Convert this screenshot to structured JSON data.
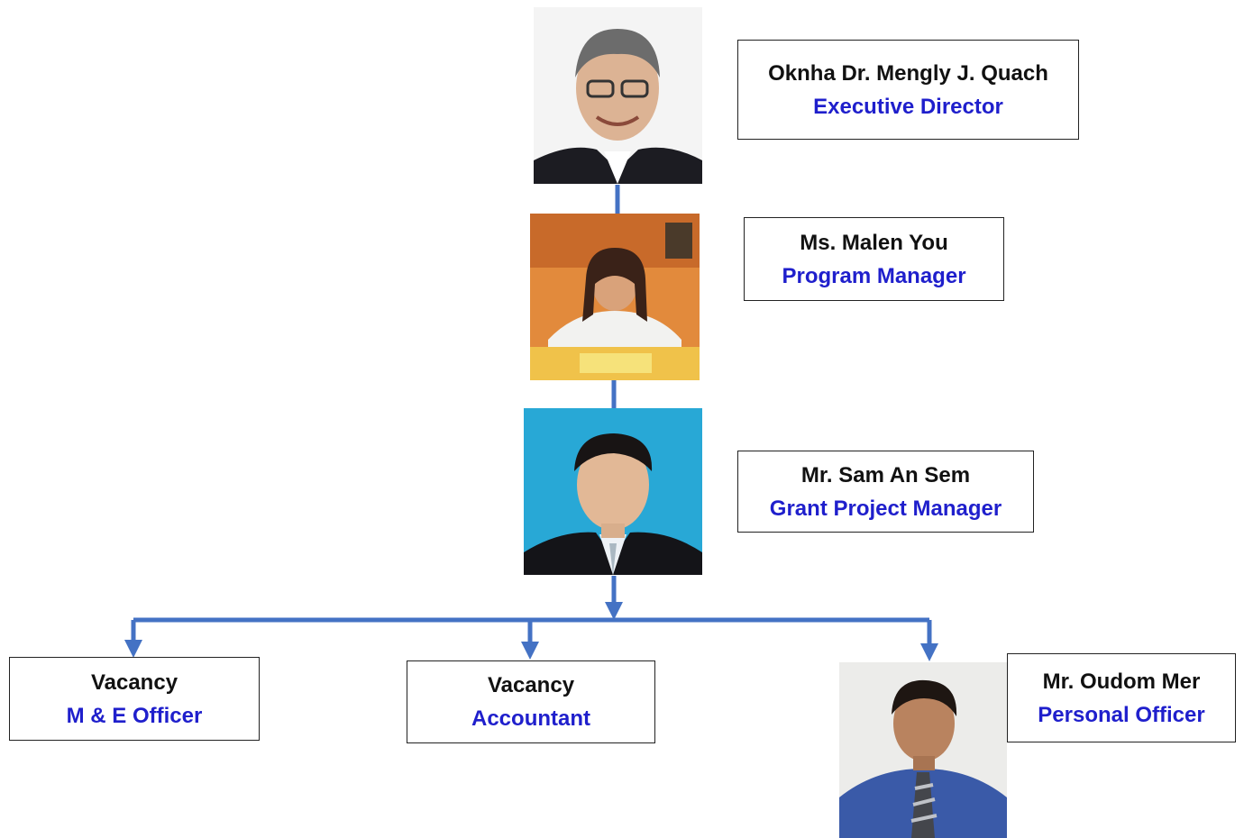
{
  "colors": {
    "connector": "#4472c4",
    "name_text": "#111111",
    "role_text": "#1f1fcc",
    "box_border": "#222222"
  },
  "nodes": {
    "executive_director": {
      "name": "Oknha Dr. Mengly J. Quach",
      "role": "Executive Director",
      "photo": "portrait-man-glasses-suit"
    },
    "program_manager": {
      "name": "Ms. Malen You",
      "role": "Program Manager",
      "photo": "portrait-woman-at-desk"
    },
    "grant_project_manager": {
      "name": "Mr. Sam An Sem",
      "role": "Grant Project Manager",
      "photo": "portrait-young-man-blue-background"
    },
    "me_officer": {
      "name": "Vacancy",
      "role": "M & E Officer"
    },
    "accountant": {
      "name": "Vacancy",
      "role": "Accountant"
    },
    "personal_officer": {
      "name": "Mr. Oudom Mer",
      "role": "Personal Officer",
      "photo": "portrait-man-blue-shirt-tie"
    }
  }
}
